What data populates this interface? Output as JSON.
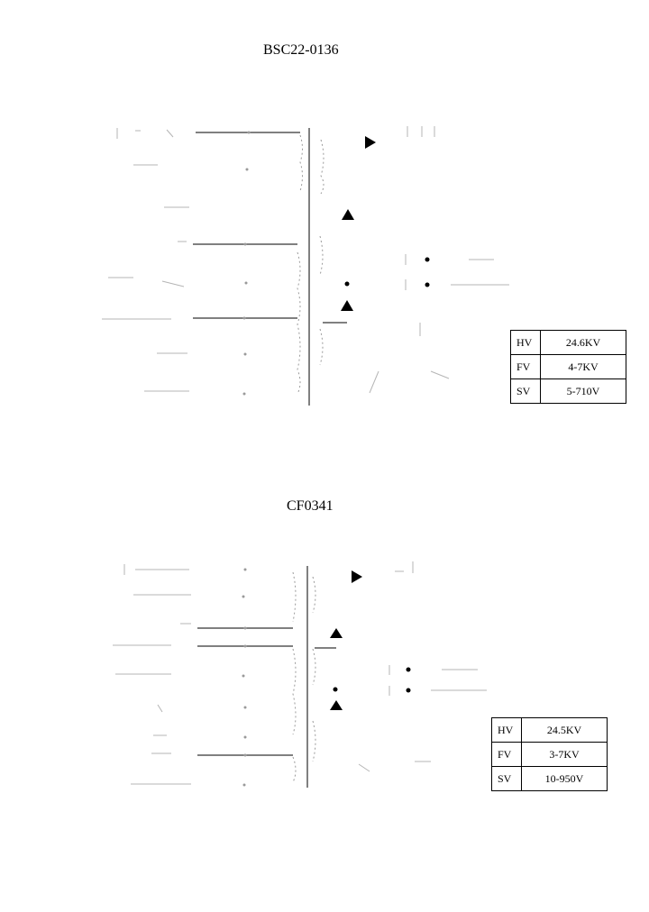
{
  "diagrams": [
    {
      "model": "BSC22-0136",
      "specs": [
        {
          "key": "HV",
          "value": "24.6KV"
        },
        {
          "key": "FV",
          "value": "4-7KV"
        },
        {
          "key": "SV",
          "value": "5-710V"
        }
      ]
    },
    {
      "model": "CF0341",
      "specs": [
        {
          "key": "HV",
          "value": "24.5KV"
        },
        {
          "key": "FV",
          "value": "3-7KV"
        },
        {
          "key": "SV",
          "value": "10-950V"
        }
      ]
    }
  ],
  "colors": {
    "ink": "#000000",
    "faint": "#9a9a9a"
  }
}
